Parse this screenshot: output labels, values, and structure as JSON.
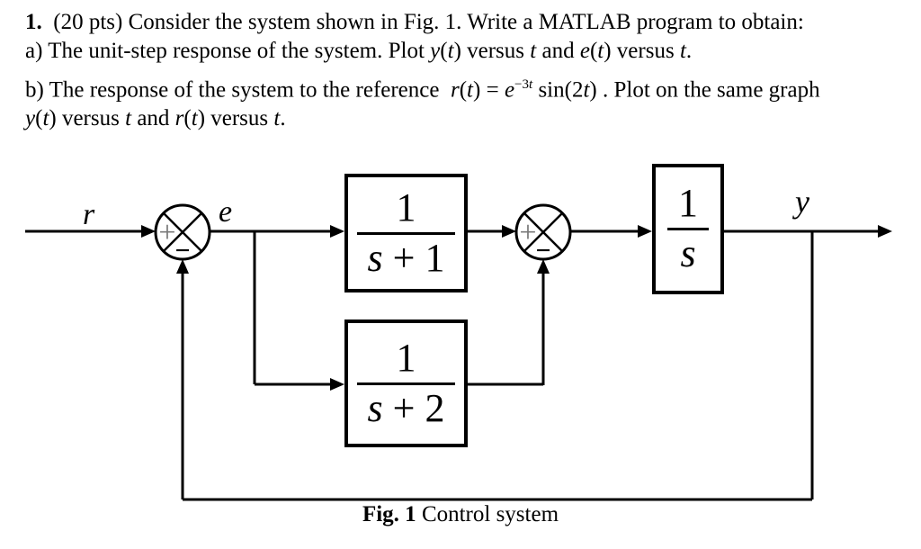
{
  "colors": {
    "ink": "#000000",
    "plus_sign": "#7a7a7a",
    "background": "#ffffff"
  },
  "problem": {
    "line1": [
      {
        "t": "1.  ",
        "s": "b"
      },
      {
        "t": "(20 pts) Consider the system shown in Fig. 1. Write a MATLAB program to obtain:"
      }
    ],
    "line2": [
      {
        "t": "a) The unit-step response of the system. Plot "
      },
      {
        "t": "y",
        "s": "i"
      },
      {
        "t": "("
      },
      {
        "t": "t",
        "s": "i"
      },
      {
        "t": ") versus "
      },
      {
        "t": "t",
        "s": "i"
      },
      {
        "t": " and "
      },
      {
        "t": "e",
        "s": "i"
      },
      {
        "t": "("
      },
      {
        "t": "t",
        "s": "i"
      },
      {
        "t": ") versus "
      },
      {
        "t": "t",
        "s": "i"
      },
      {
        "t": "."
      }
    ],
    "line3": [
      {
        "t": "b) The response of the system to the reference  "
      },
      {
        "t": "r",
        "s": "i"
      },
      {
        "t": "("
      },
      {
        "t": "t",
        "s": "i"
      },
      {
        "t": ") = "
      },
      {
        "t": "e",
        "s": "i"
      },
      {
        "t": "−3",
        "s": "sup"
      },
      {
        "t": "t",
        "s": "sup i"
      },
      {
        "t": " sin(2"
      },
      {
        "t": "t",
        "s": "i"
      },
      {
        "t": ") . Plot on the same graph"
      }
    ],
    "line4": [
      {
        "t": "y",
        "s": "i"
      },
      {
        "t": "("
      },
      {
        "t": "t",
        "s": "i"
      },
      {
        "t": ") versus "
      },
      {
        "t": "t",
        "s": "i"
      },
      {
        "t": " and "
      },
      {
        "t": "r",
        "s": "i"
      },
      {
        "t": "("
      },
      {
        "t": "t",
        "s": "i"
      },
      {
        "t": ") versus "
      },
      {
        "t": "t",
        "s": "i"
      },
      {
        "t": "."
      }
    ]
  },
  "diagram": {
    "signals": {
      "input": "r",
      "error": "e",
      "output": "y"
    },
    "sum1": {
      "left_sign": "+",
      "bottom_sign": "−"
    },
    "sum2": {
      "left_sign": "+",
      "bottom_sign": "−"
    },
    "blocks": {
      "tf1": {
        "numerator": "1",
        "denominator": [
          {
            "t": "s",
            "s": "i"
          },
          {
            "t": " + 1"
          }
        ]
      },
      "tf2": {
        "numerator": "1",
        "denominator": [
          {
            "t": "s",
            "s": "i"
          },
          {
            "t": " + 2"
          }
        ]
      },
      "integrator": {
        "numerator": "1",
        "denominator": [
          {
            "t": "s",
            "s": "i"
          }
        ]
      }
    },
    "caption": [
      {
        "t": "Fig. 1",
        "s": "b"
      },
      {
        "t": " Control system"
      }
    ]
  }
}
